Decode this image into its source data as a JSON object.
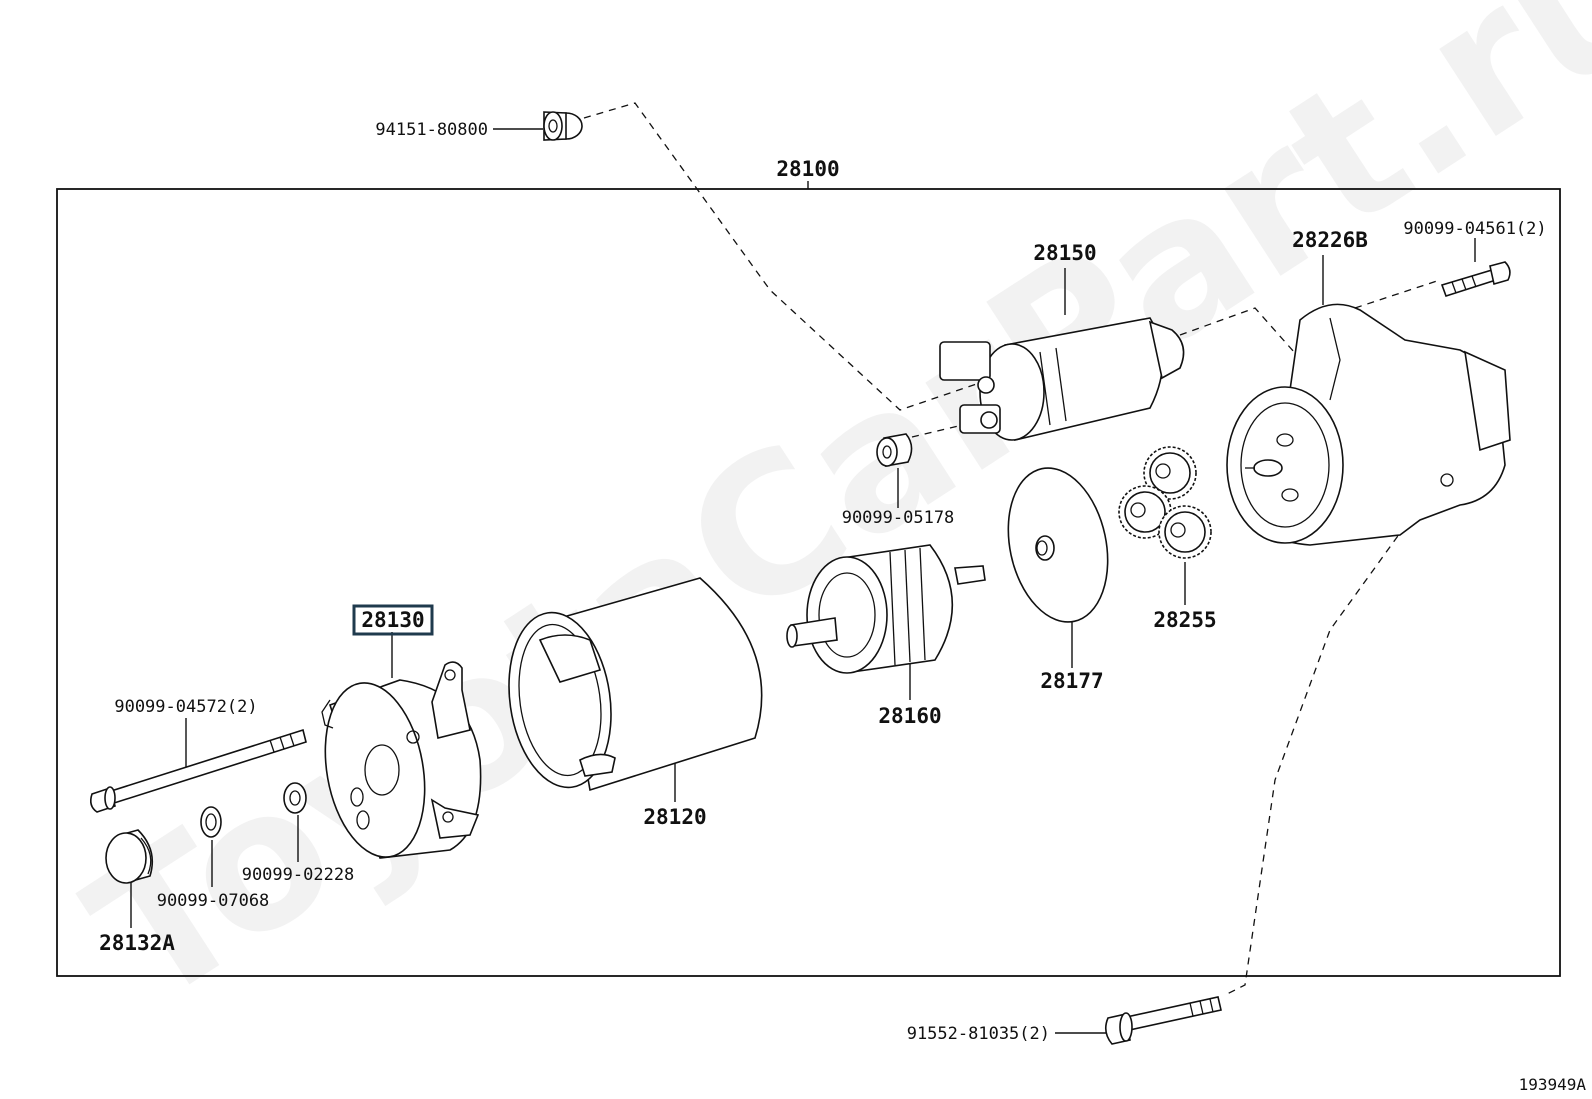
{
  "diagram_id": "193949A",
  "watermark": "ToyotaCarPart.ru",
  "assembly": {
    "number": "28100"
  },
  "selected_part": "28130",
  "parts": {
    "p94151": "94151-80800",
    "p28150": "28150",
    "p28226b": "28226B",
    "p90099_04561": "90099-04561(2)",
    "p90099_05178": "90099-05178",
    "p28255": "28255",
    "p28177": "28177",
    "p28160": "28160",
    "p28130": "28130",
    "p28120": "28120",
    "p90099_04572": "90099-04572(2)",
    "p90099_02228": "90099-02228",
    "p90099_07068": "90099-07068",
    "p28132a": "28132A",
    "p91552": "91552-81035(2)"
  }
}
